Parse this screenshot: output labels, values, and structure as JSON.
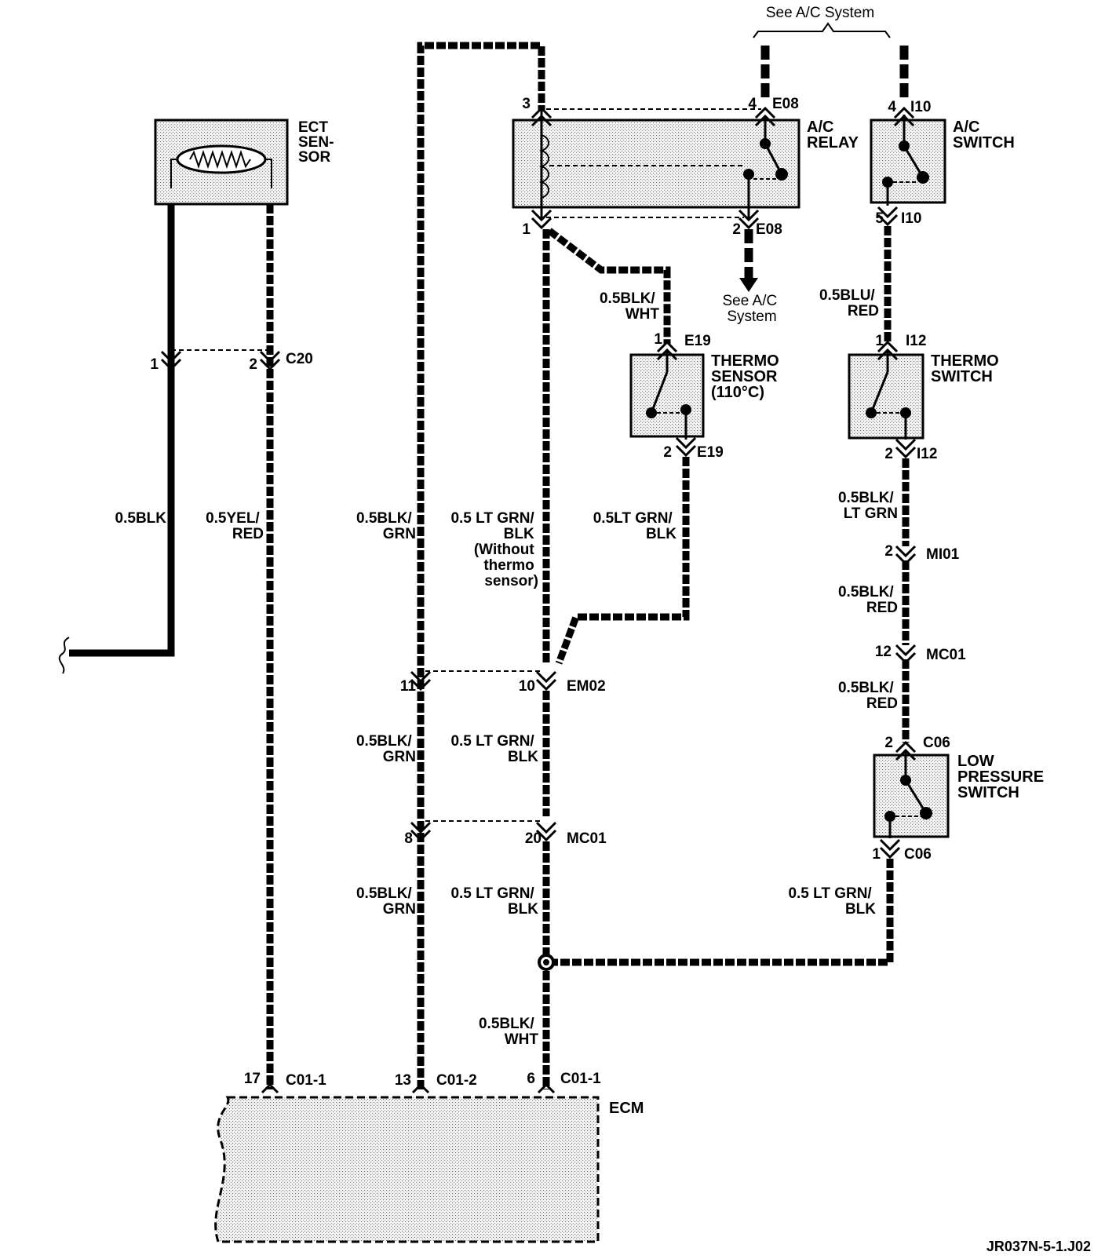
{
  "header": {
    "see_ac_system": "See A/C System"
  },
  "footer": {
    "code": "JR037N-5-1.J02"
  },
  "components": {
    "ect_sensor": {
      "lines": [
        "ECT",
        "SEN-",
        "SOR"
      ]
    },
    "ac_relay": {
      "lines": [
        "A/C",
        "RELAY"
      ]
    },
    "ac_switch": {
      "lines": [
        "A/C",
        "SWITCH"
      ]
    },
    "thermo_sensor": {
      "lines": [
        "THERMO",
        "SENSOR",
        "(110°C)"
      ]
    },
    "thermo_switch": {
      "lines": [
        "THERMO",
        "SWITCH"
      ]
    },
    "low_pressure_switch": {
      "lines": [
        "LOW",
        "PRESSURE",
        "SWITCH"
      ]
    },
    "ecm": {
      "label": "ECM"
    }
  },
  "connectors": {
    "c20": "C20",
    "e08_top": "E08",
    "e08_bottom": "E08",
    "i10_top": "I10",
    "i10_bottom": "I10",
    "e19_top": "E19",
    "e19_bottom": "E19",
    "i12_top": "I12",
    "i12_bottom": "I12",
    "mi01": "MI01",
    "mc01_right": "MC01",
    "c06_top": "C06",
    "c06_bottom": "C06",
    "em02": "EM02",
    "mc01_left": "MC01",
    "c01_1_a": "C01-1",
    "c01_2": "C01-2",
    "c01_1_b": "C01-1"
  },
  "pins": {
    "c20_1": "1",
    "c20_2": "2",
    "relay_3": "3",
    "relay_1": "1",
    "e08_4": "4",
    "e08_2": "2",
    "i10_4": "4",
    "i10_5": "5",
    "e19_1": "1",
    "e19_2": "2",
    "i12_1": "1",
    "i12_2": "2",
    "mi01_2": "2",
    "mc01_12": "12",
    "c06_2": "2",
    "c06_1": "1",
    "em02_11": "11",
    "em02_10": "10",
    "mc01_8": "8",
    "mc01_20": "20",
    "c01_17": "17",
    "c01_13": "13",
    "c01_6": "6"
  },
  "wire_labels": {
    "blk_ect": [
      "0.5BLK"
    ],
    "yel_red": [
      "0.5YEL/",
      "RED"
    ],
    "blk_grn_upper": [
      "0.5BLK/",
      "GRN"
    ],
    "ltgrn_without": [
      "0.5 LT GRN/",
      "BLK",
      "(Without",
      "thermo",
      "sensor)"
    ],
    "ltgrn_e19": [
      "0.5LT GRN/",
      "BLK"
    ],
    "blk_wht_relay": [
      "0.5BLK/",
      "WHT"
    ],
    "see_ac_lower": [
      "See A/C",
      "System"
    ],
    "blu_red": [
      "0.5BLU/",
      "RED"
    ],
    "blk_ltgrn": [
      "0.5BLK/",
      "LT GRN"
    ],
    "blk_red_1": [
      "0.5BLK/",
      "RED"
    ],
    "blk_red_2": [
      "0.5BLK/",
      "RED"
    ],
    "blk_grn_mid": [
      "0.5BLK/",
      "GRN"
    ],
    "ltgrn_mid": [
      "0.5 LT GRN/",
      "BLK"
    ],
    "blk_grn_low": [
      "0.5BLK/",
      "GRN"
    ],
    "ltgrn_low": [
      "0.5 LT GRN/",
      "BLK"
    ],
    "ltgrn_c06": [
      "0.5 LT GRN/",
      "BLK"
    ],
    "blk_wht_ecm": [
      "0.5BLK/",
      "WHT"
    ]
  }
}
